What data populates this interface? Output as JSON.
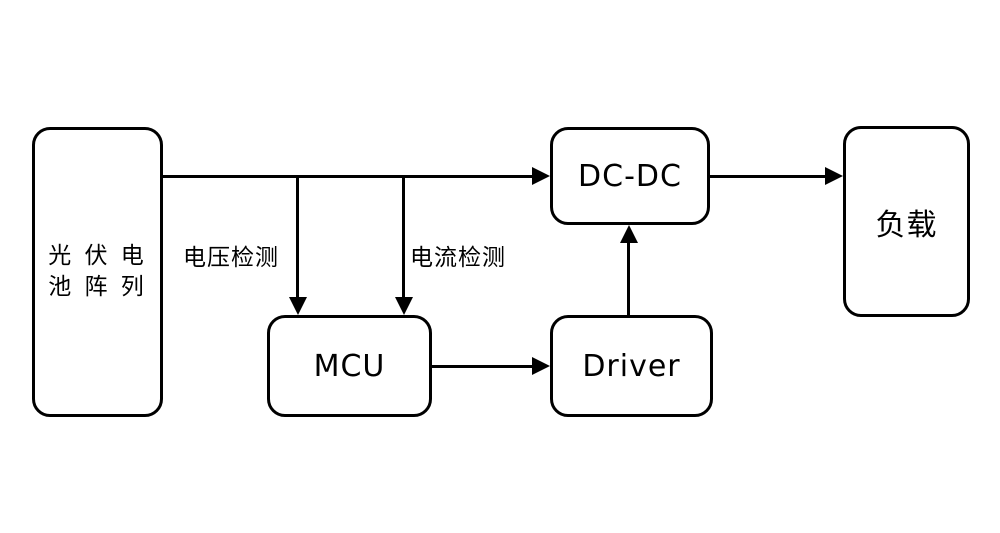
{
  "canvas": {
    "background": "#ffffff",
    "line_color": "#000000"
  },
  "boxes": {
    "pv_array": {
      "label_line1": "光 伏 电",
      "label_line2": "池 阵 列"
    },
    "dc_dc": {
      "label": "DC-DC"
    },
    "load": {
      "label": "负载"
    },
    "mcu": {
      "label": "MCU"
    },
    "driver": {
      "label": "Driver"
    }
  },
  "edge_labels": {
    "voltage_sense": "电压检测",
    "current_sense": "电流检测"
  }
}
